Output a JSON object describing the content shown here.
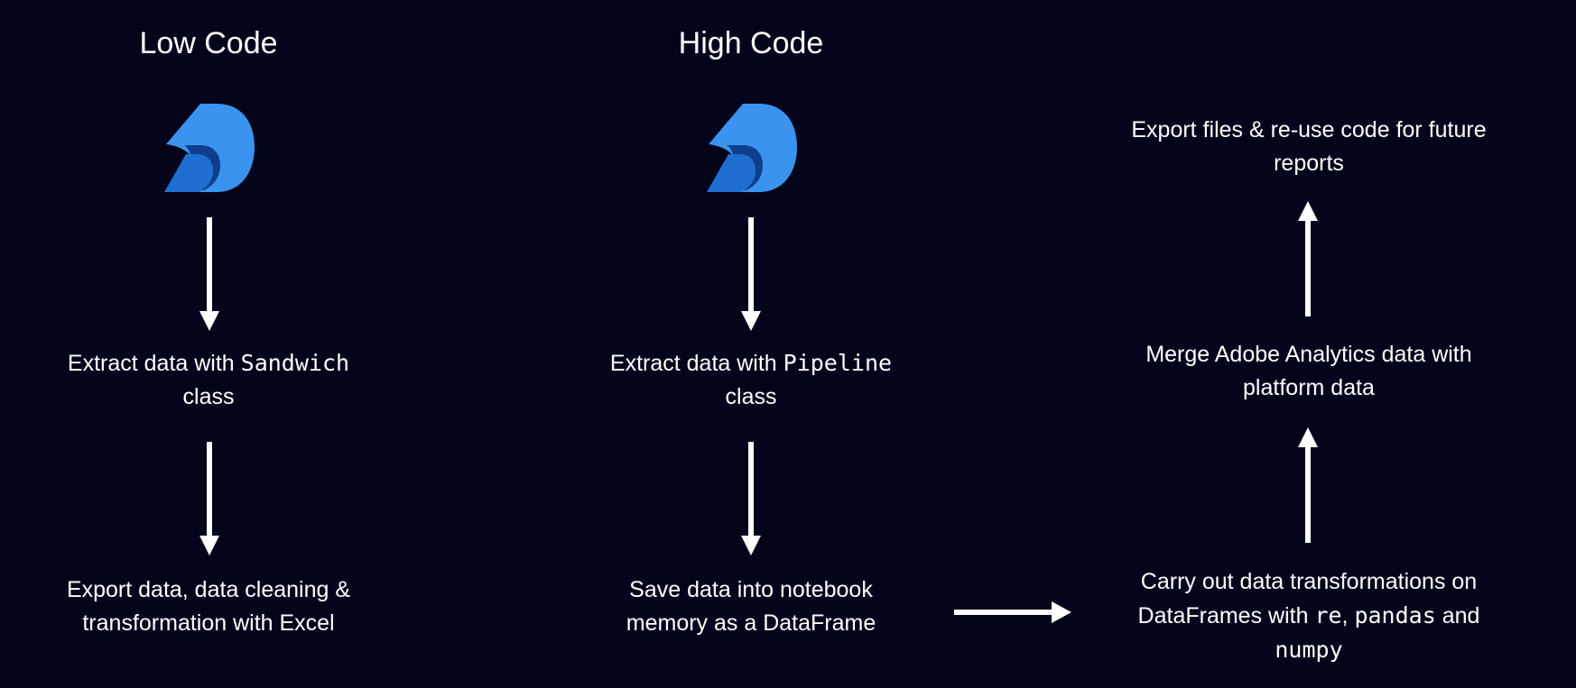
{
  "columns": {
    "low_code": {
      "title": "Low Code",
      "step1": {
        "prefix": "Extract data with ",
        "code": "Sandwich",
        "line2": "class"
      },
      "step2": {
        "line1": "Export data, data cleaning &",
        "line2": "transformation with Excel"
      }
    },
    "high_code": {
      "title": "High Code",
      "step1": {
        "prefix": "Extract data with ",
        "code": "Pipeline",
        "line2": "class"
      },
      "step2": {
        "line1": "Save data into notebook",
        "line2": "memory as a DataFrame"
      }
    },
    "pipeline": {
      "transform": {
        "line1": "Carry out data transformations on",
        "line2_prefix": "DataFrames with ",
        "code1": "re",
        "sep": ", ",
        "code2": "pandas",
        "and": " and",
        "code3": "numpy"
      },
      "merge": {
        "line1": "Merge Adobe Analytics data with",
        "line2": "platform data"
      },
      "export": {
        "line1": "Export files & re-use code for future",
        "line2": "reports"
      }
    }
  },
  "colors": {
    "background": "#04051b",
    "text": "#ffffff",
    "logo_light": "#3b93f0",
    "logo_dark": "#0f3f8c",
    "logo_mid": "#1f6fd0"
  }
}
